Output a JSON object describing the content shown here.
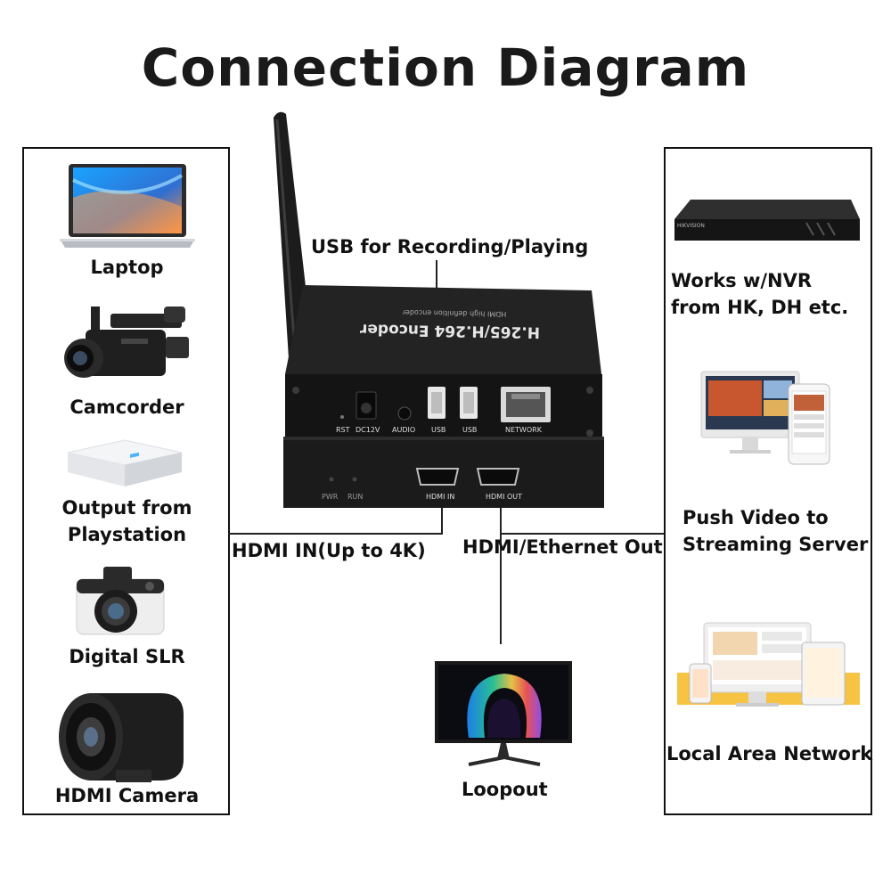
{
  "title": "Connection Diagram",
  "top_label": "USB for Recording/Playing",
  "hdmi_in_label": "HDMI IN(Up to 4K)",
  "hdmi_out_label": "HDMI/Ethernet Out",
  "loopout_label": "Loopout",
  "sources": [
    {
      "label": "Laptop"
    },
    {
      "label": "Camcorder"
    },
    {
      "label": "Output from Playstation"
    },
    {
      "label": "Digital SLR"
    },
    {
      "label": "HDMI Camera"
    }
  ],
  "outputs": [
    {
      "label": "Works w/NVR from HK, DH etc."
    },
    {
      "label": "Push Video to Streaming Server"
    },
    {
      "label": "Local Area Network"
    }
  ],
  "device": {
    "front_text": "H.265/H.264 Encoder",
    "front_subtext": "HDMI high definition encoder",
    "ports_top": [
      "RST",
      "DC12V",
      "AUDIO",
      "USB",
      "USB",
      "NETWORK"
    ],
    "ports_bottom": [
      "PWR",
      "RUN",
      "HDMI IN",
      "HDMI OUT"
    ]
  },
  "nvr_brand": "HIKVISION"
}
